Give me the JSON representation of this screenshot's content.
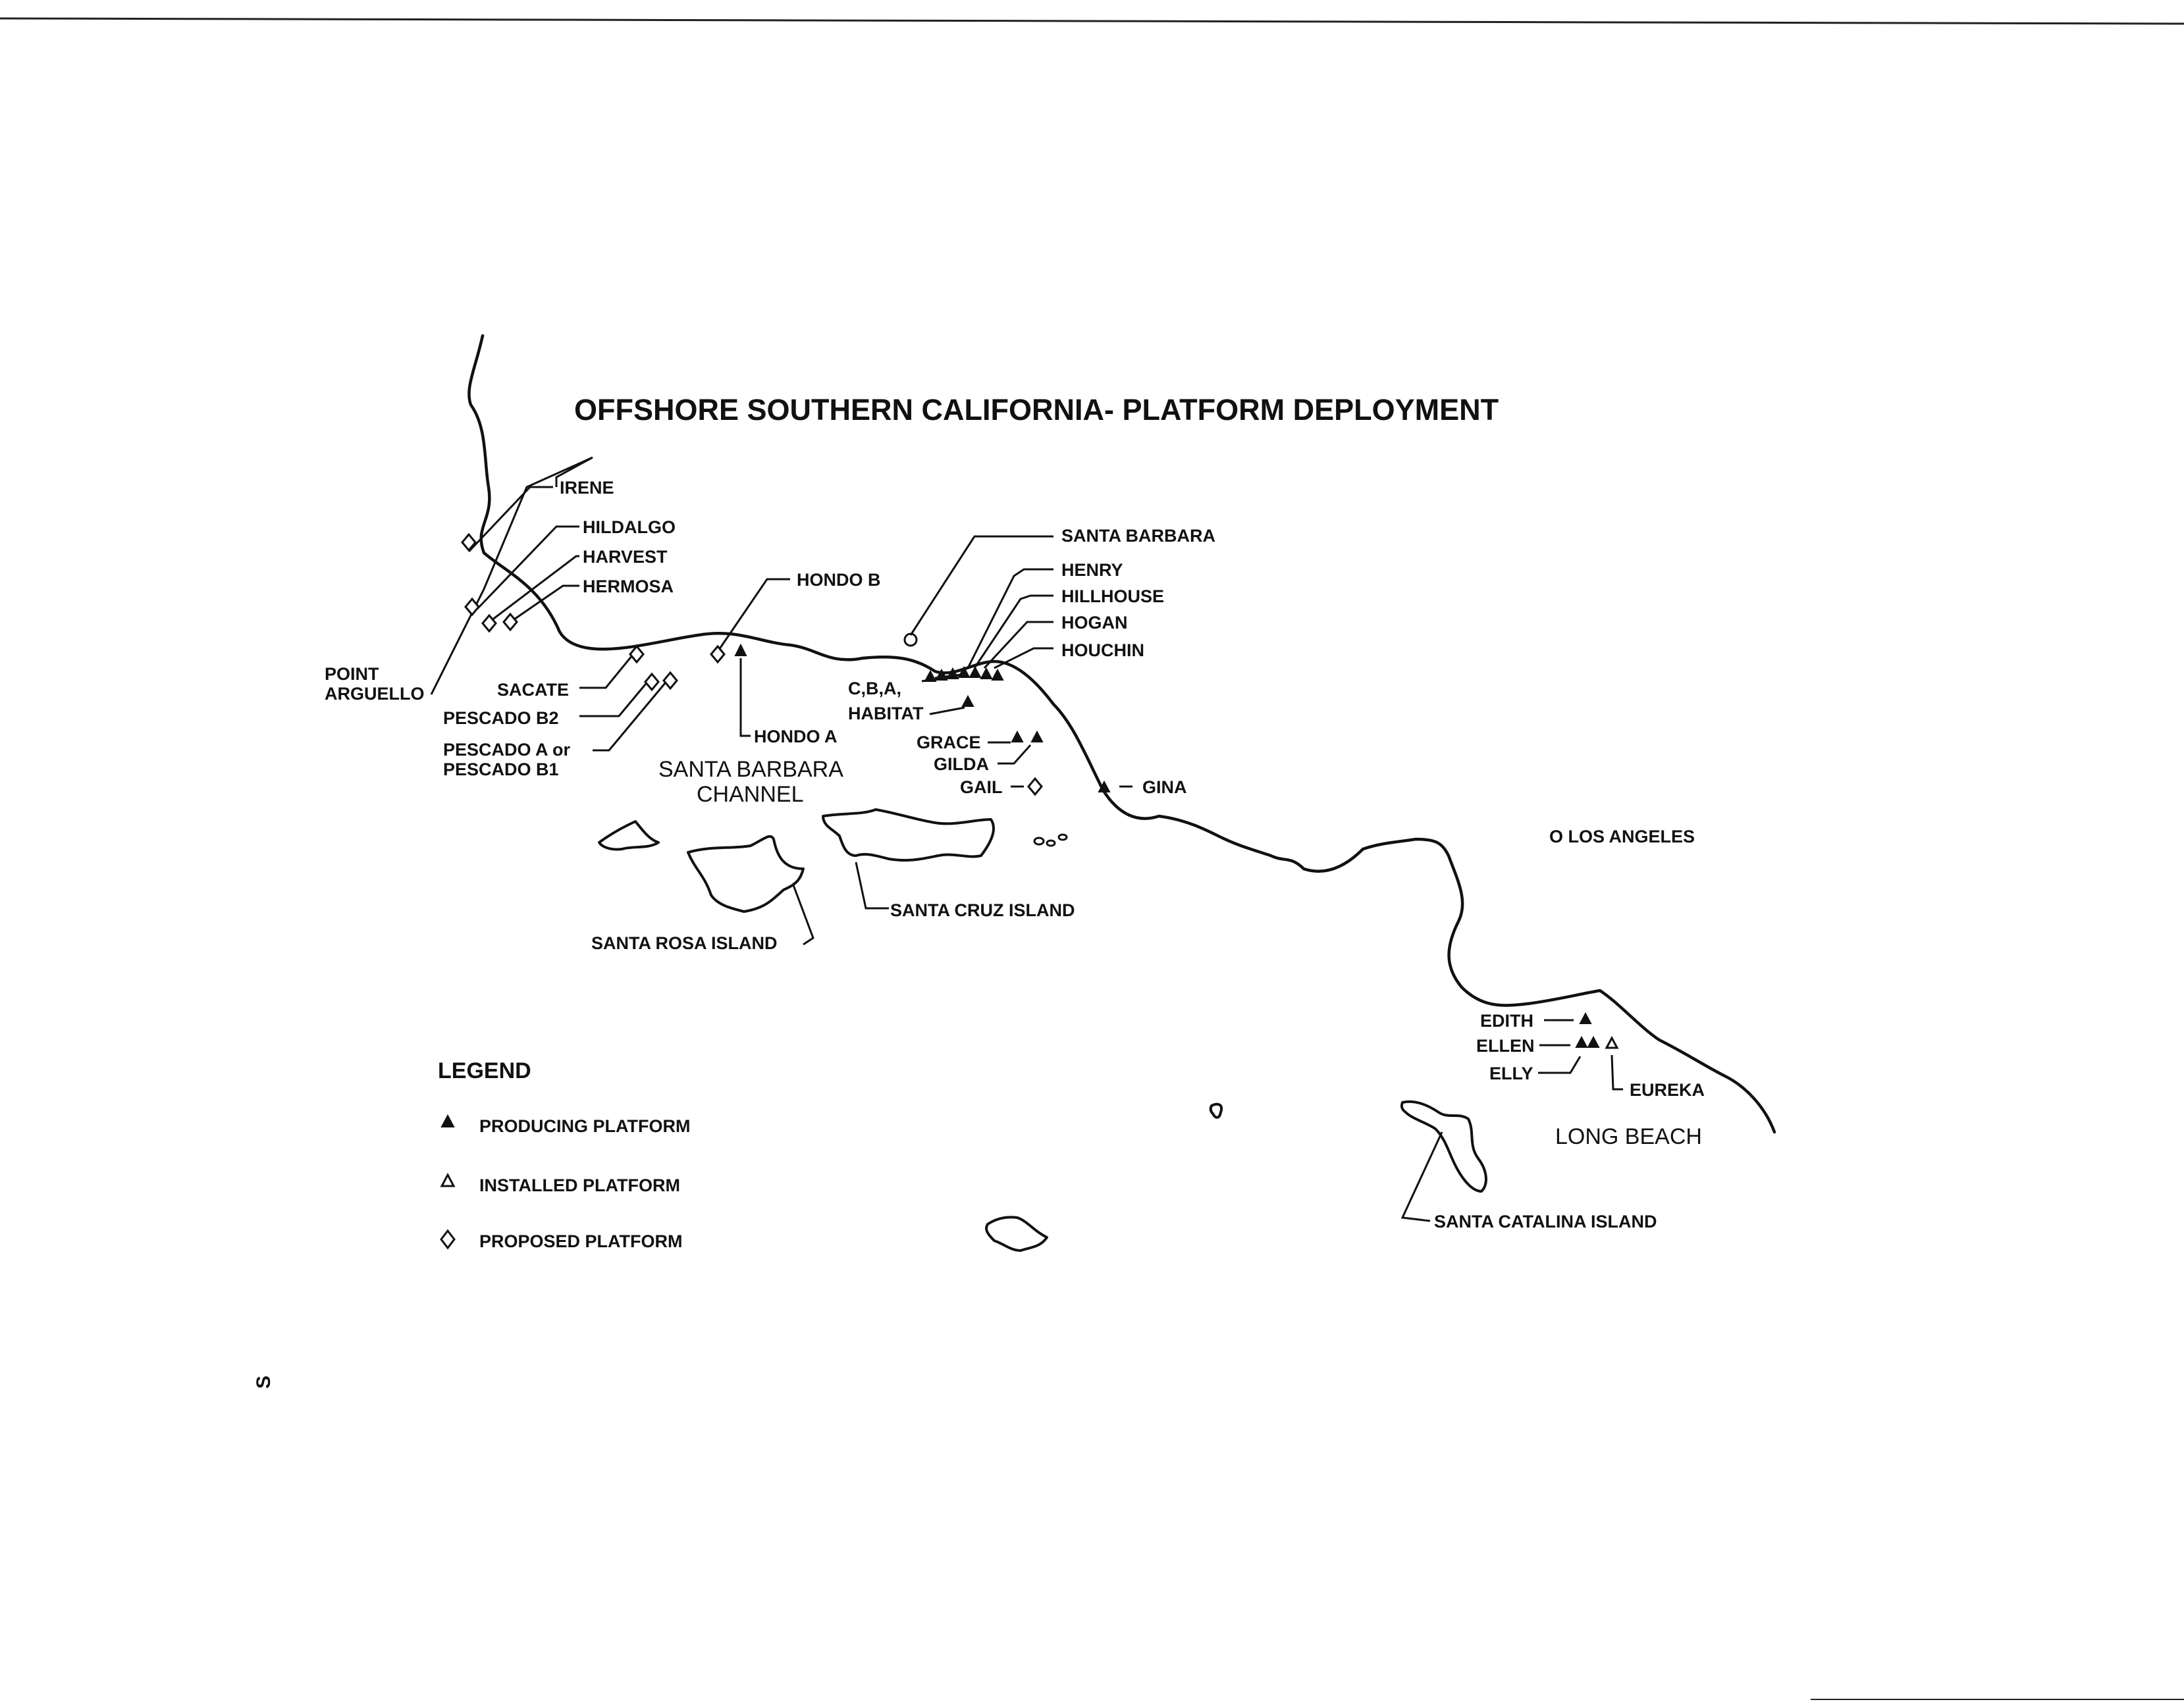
{
  "title": "OFFSHORE SOUTHERN CALIFORNIA- PLATFORM DEPLOYMENT",
  "places": {
    "point_arguello_1": "POINT",
    "point_arguello_2": "ARGUELLO",
    "santa_barbara": "SANTA BARBARA",
    "channel_1": "SANTA BARBARA",
    "channel_2": "CHANNEL",
    "los_angeles": "O LOS ANGELES",
    "long_beach": "LONG BEACH",
    "santa_rosa_island": "SANTA ROSA ISLAND",
    "santa_cruz_island": "SANTA CRUZ ISLAND",
    "santa_catalina_island": "SANTA CATALINA ISLAND"
  },
  "platforms": {
    "irene": "IRENE",
    "hildalgo": "HILDALGO",
    "harvest": "HARVEST",
    "hermosa": "HERMOSA",
    "hondo_b": "HONDO B",
    "hondo_a": "HONDO A",
    "sacate": "SACATE",
    "pescado_b2": "PESCADO B2",
    "pescado_a_1": "PESCADO A or",
    "pescado_a_2": "PESCADO B1",
    "henry": "HENRY",
    "hillhouse": "HILLHOUSE",
    "hogan": "HOGAN",
    "houchin": "HOUCHIN",
    "cba": "C,B,A,",
    "habitat": "HABITAT",
    "grace": "GRACE",
    "gilda": "GILDA",
    "gail": "GAIL",
    "gina": "GINA",
    "edith": "EDITH",
    "ellen": "ELLEN",
    "elly": "ELLY",
    "eureka": "EUREKA"
  },
  "legend": {
    "heading": "LEGEND",
    "producing": "PRODUCING PLATFORM",
    "installed": "INSTALLED PLATFORM",
    "proposed": "PROPOSED PLATFORM"
  },
  "page_mark": "S"
}
